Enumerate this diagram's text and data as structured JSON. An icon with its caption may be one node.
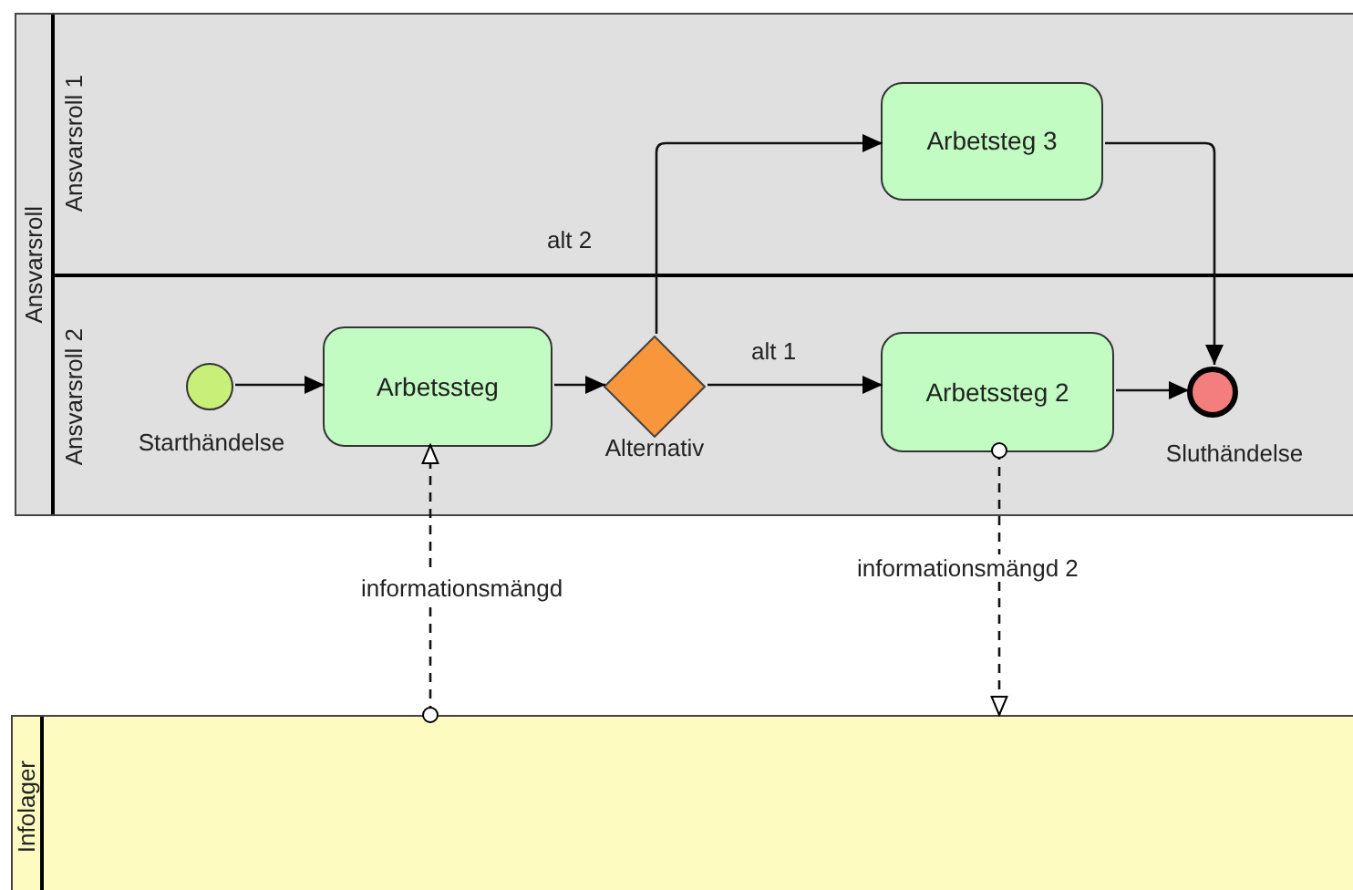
{
  "diagram": {
    "nodes": [
      {
        "text": [
          "Ansvarsroll"
        ]
      },
      {
        "text": [
          "Ansvarsroll 1"
        ],
        "in": 0
      },
      {
        "text": [
          "Arbetsteg 3"
        ],
        "in": 1
      },
      {
        "text": [
          "Ansvarsroll 2"
        ],
        "in": 0
      },
      {
        "text": [],
        "shape": "circle",
        "in": 3,
        "beside": [
          "Starthändelse"
        ]
      },
      {
        "text": [
          "Arbetssteg"
        ],
        "in": 3
      },
      {
        "text": [],
        "shape": "diamond",
        "in": 3,
        "beside": [
          "Alternativ"
        ]
      },
      {
        "text": [
          "Arbetssteg 2"
        ],
        "in": 3
      },
      {
        "text": [],
        "shape": "circle",
        "in": 3,
        "beside": [
          "Sluthändelse"
        ]
      },
      {
        "text": [
          "Infolager"
        ]
      }
    ],
    "edges": [
      {
        "from": 4,
        "to": 5,
        "arrow": "to"
      },
      {
        "from": 5,
        "to": 6,
        "arrow": "to"
      },
      {
        "from": 6,
        "to": 2,
        "arrow": "to",
        "label": "alt 2"
      },
      {
        "from": 6,
        "to": 7,
        "arrow": "to",
        "label": "alt 1"
      },
      {
        "from": 2,
        "to": 8,
        "arrow": "to"
      },
      {
        "from": 7,
        "to": 8,
        "arrow": "to"
      },
      {
        "from": 9,
        "to": 5,
        "arrow": "to",
        "label": "informationsmängd",
        "style": "dashed"
      },
      {
        "from": 7,
        "to": 9,
        "arrow": "to",
        "label": "informationsmängd 2",
        "style": "dashed"
      }
    ]
  }
}
